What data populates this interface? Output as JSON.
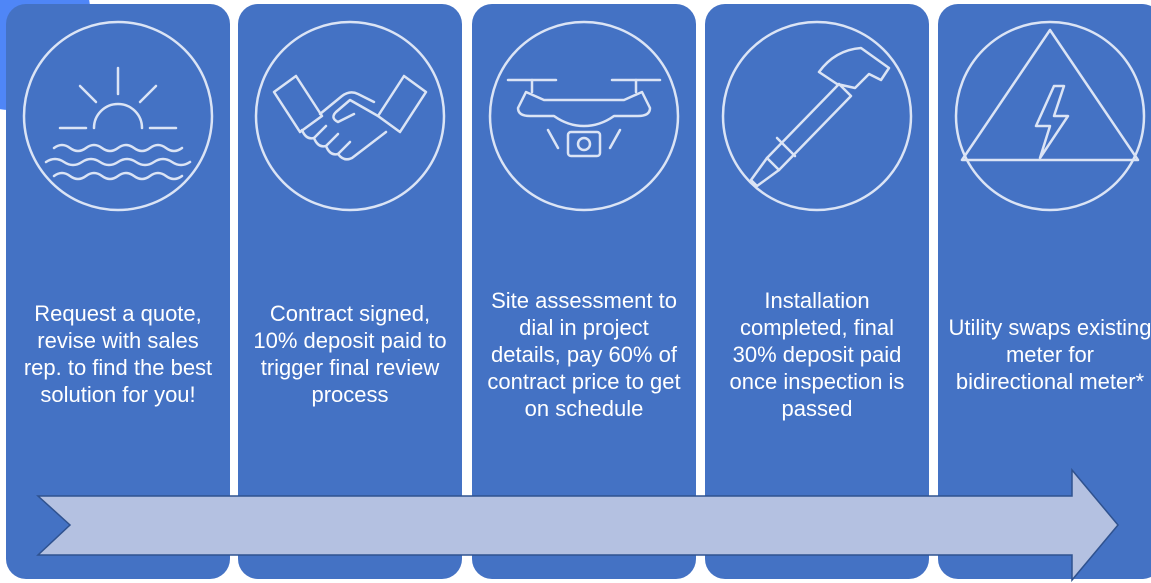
{
  "steps": [
    {
      "icon": "sunrise-over-water-icon",
      "text": "Request a quote, revise with sales rep. to find the best solution for you!"
    },
    {
      "icon": "handshake-icon",
      "text": "Contract signed, 10% deposit paid to trigger final review process"
    },
    {
      "icon": "drone-icon",
      "text": "Site assessment to dial in project details, pay 60% of contract price to get on schedule"
    },
    {
      "icon": "hammer-icon",
      "text": "Installation completed, final 30% deposit paid once inspection is passed"
    },
    {
      "icon": "high-voltage-warning-icon",
      "text": "Utility swaps existing meter for bidirectional meter*"
    }
  ],
  "colors": {
    "panel": "#4472c4",
    "line": "#dbe4f5",
    "arrow": "#b4c1e1",
    "accent": "#4f86f7"
  }
}
